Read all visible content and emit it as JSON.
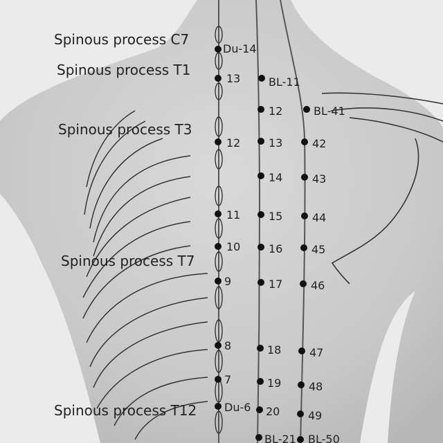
{
  "labels": {
    "c7": "Spinous process C7",
    "t1": "Spinous process T1",
    "t3": "Spinous process T3",
    "t7": "Spinous process T7",
    "t12": "Spinous process T12"
  },
  "points": {
    "du14": "Du-14",
    "du_13": "13",
    "du_12": "12",
    "du_11": "11",
    "du_10": "10",
    "du_9": "9",
    "du_8": "8",
    "du_7": "7",
    "du6": "Du-6",
    "bl11": "BL-11",
    "bl12": "12",
    "bl13": "13",
    "bl14": "14",
    "bl15": "15",
    "bl16": "16",
    "bl17": "17",
    "bl18": "18",
    "bl19": "19",
    "bl20": "20",
    "bl21": "BL-21",
    "bl41": "BL-41",
    "bl42": "42",
    "bl43": "43",
    "bl44": "44",
    "bl45": "45",
    "bl46": "46",
    "bl47": "47",
    "bl48": "48",
    "bl49": "49",
    "bl50": "BL-50"
  },
  "colors": {
    "background": "#e6e6e6",
    "skin": "#cfcfcf",
    "line": "#333333",
    "dot": "#111111"
  }
}
